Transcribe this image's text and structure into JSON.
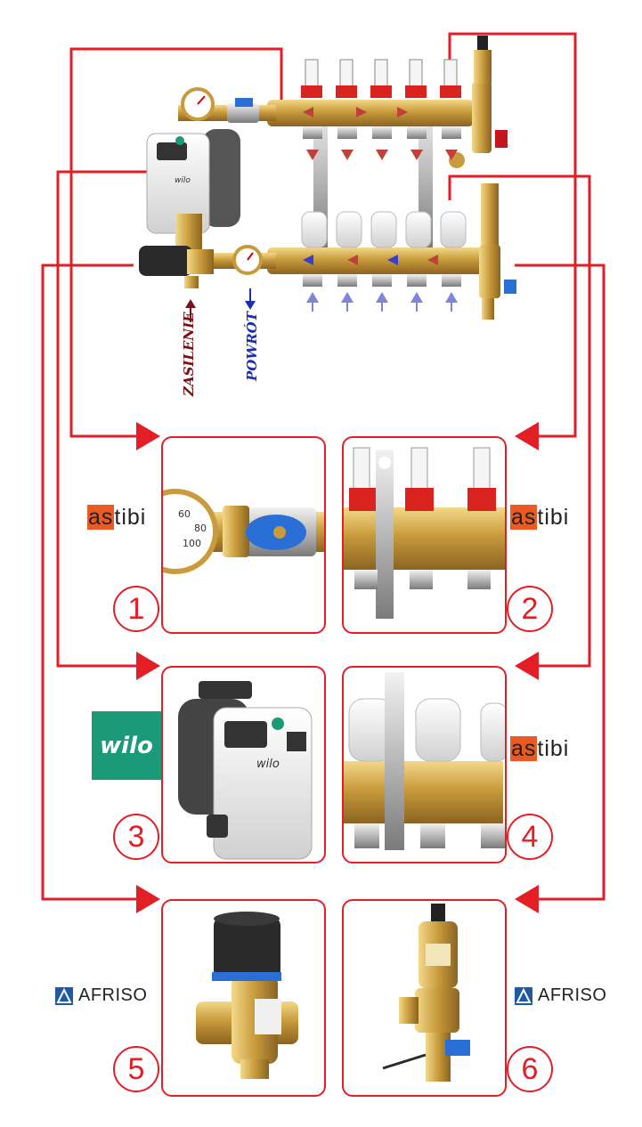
{
  "labels": {
    "supply": "ZASILENIE",
    "return": "POWRÓT"
  },
  "panels": [
    {
      "number": "1",
      "brand": "astibi"
    },
    {
      "number": "2",
      "brand": "astibi"
    },
    {
      "number": "3",
      "brand": "wilo"
    },
    {
      "number": "4",
      "brand": "astibi"
    },
    {
      "number": "5",
      "brand": "AFRISO"
    },
    {
      "number": "6",
      "brand": "AFRISO"
    }
  ],
  "brands": {
    "astibi_highlight": "as",
    "astibi_rest": "tibi",
    "wilo": "wilo",
    "afriso": "AFRISO"
  },
  "colors": {
    "line": "#e31e24",
    "supply_text": "#7a0f14",
    "return_text": "#1a2fb5",
    "brass": "#c79a3a",
    "astibi_orange": "#ec5a24",
    "wilo_green": "#1b9a79",
    "afriso_blue": "#1d5aa6"
  }
}
